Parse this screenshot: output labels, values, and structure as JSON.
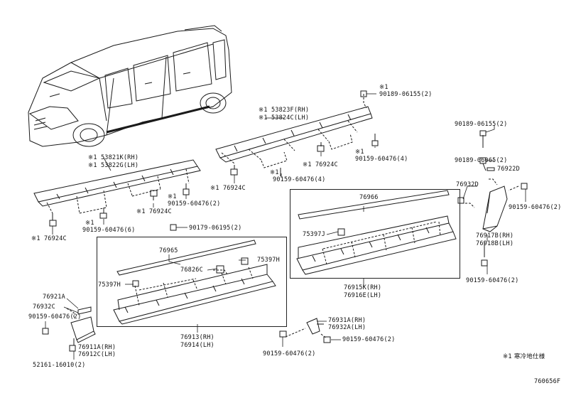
{
  "diagram_code": "760656F",
  "footnote": "※1 寒冷地仕様",
  "labels": {
    "l_90189_06155_top": "90189-06155(2)",
    "l_mark_top": "※1",
    "l_53823f": "※1 53823F(RH)",
    "l_53824c": "※1 53824C(LH)",
    "l_90189_06155_r": "90189-06155(2)",
    "l_90189_06065": "90189-06065(2)",
    "l_76922d": "76922D",
    "l_76932d": "76932D",
    "l_90159_r1": "90159-60476(2)",
    "l_76917b": "76917B(RH)",
    "l_76918b": "76918B(LH)",
    "l_90159_r2": "90159-60476(2)",
    "l_mark_mid": "※1",
    "l_90159_mid4": "90159-60476(4)",
    "l_76924c_mid": "※1 76924C",
    "l_mark_mid2": "※1",
    "l_90159_mid4b": "90159-60476(4)",
    "l_53821k": "※1 53821K(RH)",
    "l_53822g": "※1 53822G(LH)",
    "l_76924c_l1": "※1 76924C",
    "l_mark_l1": "※1",
    "l_90159_l2": "90159-60476(2)",
    "l_76924c_l2": "※1 76924C",
    "l_mark_l2": "※1",
    "l_90159_l6": "90159-60476(6)",
    "l_76924c_l3": "※1 76924C",
    "l_90179": "90179-06195(2)",
    "l_76965": "76965",
    "l_75397h_r": "75397H",
    "l_76826c": "76826C",
    "l_75397h_l": "75397H",
    "l_76913": "76913(RH)",
    "l_76914": "76914(LH)",
    "l_76966": "76966",
    "l_75397j": "75397J",
    "l_76915k": "76915K(RH)",
    "l_76916e": "76916E(LH)",
    "l_76921a": "76921A",
    "l_76932c": "76932C",
    "l_90159_bl": "90159-60476(2)",
    "l_76911a": "76911A(RH)",
    "l_76912c": "76912C(LH)",
    "l_52161": "52161-16010(2)",
    "l_76931a": "76931A(RH)",
    "l_76932a": "76932A(LH)",
    "l_90159_bc1": "90159-60476(2)",
    "l_90159_bc2": "90159-60476(2)"
  }
}
